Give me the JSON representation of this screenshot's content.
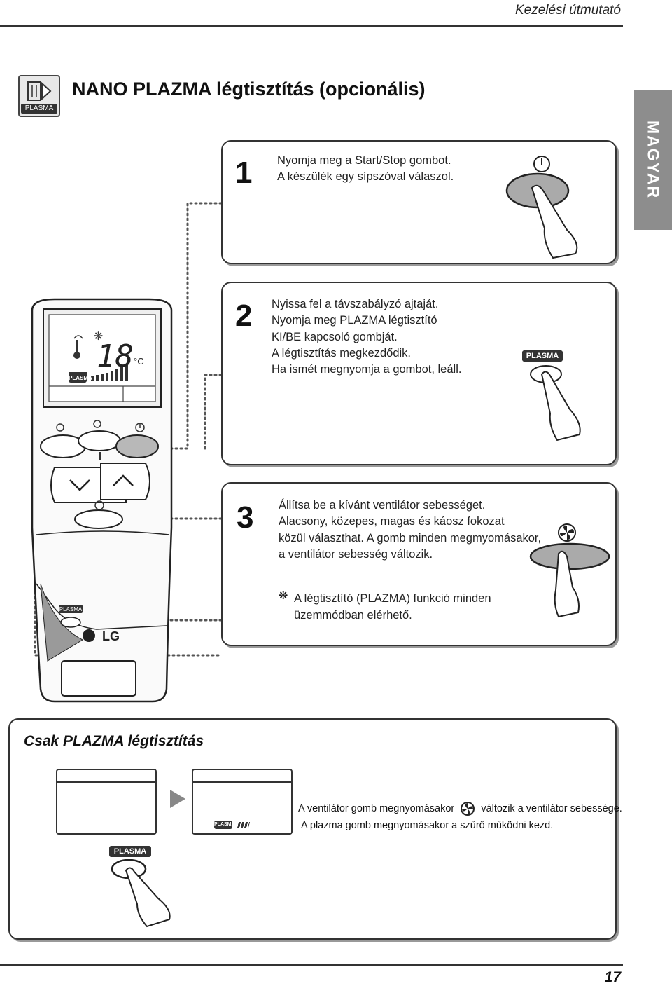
{
  "header": {
    "title": "Kezelési útmutató"
  },
  "icon": {
    "label": "PLASMA"
  },
  "page_title": "NANO PLAZMA légtisztítás (opcionális)",
  "lang_tab": "MAGYAR",
  "remote": {
    "temp_value": "18",
    "temp_unit": "°C",
    "plasma_label": "PLASMA",
    "front_plasma_label": "PLASMA",
    "brand": "LG"
  },
  "steps": [
    {
      "number": "1",
      "lines": [
        "Nyomja meg a Start/Stop gombot.",
        "A készülék egy sípszóval válaszol."
      ]
    },
    {
      "number": "2",
      "lines": [
        "Nyissa fel a távszabályzó ajtaját.",
        "Nyomja meg PLAZMA légtisztító",
        "KI/BE kapcsoló gombját.",
        "A légtisztítás megkezdődik.",
        "Ha ismét megnyomja a gombot, leáll."
      ],
      "button_label": "PLASMA"
    },
    {
      "number": "3",
      "lines": [
        "Állítsa be a kívánt ventilátor sebességet.",
        "Alacsony, közepes, magas és káosz fokozat",
        "közül választhat. A gomb minden megmyomásakor,",
        "a ventilátor sebesség változik."
      ],
      "note_lines": [
        "A  légtisztító  (PLAZMA)  funkció  minden",
        "üzemmódban elérhető."
      ]
    }
  ],
  "summary": {
    "title": "Csak PLAZMA légtisztítás",
    "display_label": "PLASMA",
    "button_label": "PLASMA",
    "line1_a": "A ventilátor gomb megnyomásakor",
    "line1_b": "változik a ventilátor sebessége.",
    "line2": "A plazma gomb megnyomásakor a szűrő működni kezd."
  },
  "page_number": "17"
}
